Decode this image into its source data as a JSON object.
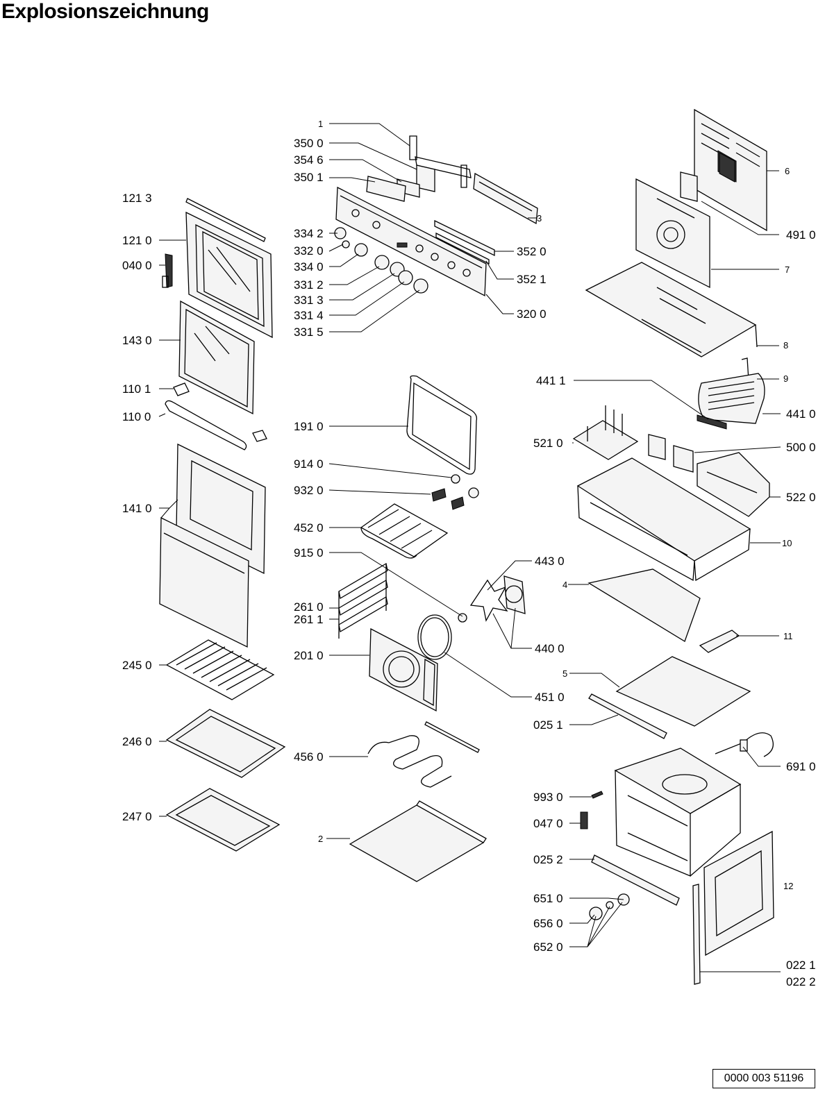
{
  "title": "Explosionszeichnung",
  "document_number": "0000 003 51196",
  "labels": {
    "l1": "1",
    "l2": "2",
    "l3": "3",
    "l4": "4",
    "l5": "5",
    "l6": "6",
    "l7": "7",
    "l8": "8",
    "l9": "9",
    "l10": "10",
    "l11": "11",
    "l12": "12",
    "l3500": "350 0",
    "l3546": "354 6",
    "l3501": "350 1",
    "l1213": "121 3",
    "l1210": "121 0",
    "l0400": "040 0",
    "l3342": "334 2",
    "l3320": "332 0",
    "l3340": "334 0",
    "l3312": "331 2",
    "l3313": "331 3",
    "l3314": "331 4",
    "l3315": "331 5",
    "l3520": "352 0",
    "l3521": "352 1",
    "l3200": "320 0",
    "l4910": "491 0",
    "l1430": "143 0",
    "l1101": "110 1",
    "l1100": "110 0",
    "l4411": "441 1",
    "l4410": "441 0",
    "l1910": "191 0",
    "l5210": "521 0",
    "l5000": "500 0",
    "l9140": "914 0",
    "l9320": "932 0",
    "l5220": "522 0",
    "l1410": "141 0",
    "l4520": "452 0",
    "l9150": "915 0",
    "l4430": "443 0",
    "l2610": "261 0",
    "l2611": "261 1",
    "l2010": "201 0",
    "l4400": "440 0",
    "l2450": "245 0",
    "l4510": "451 0",
    "l0251": "025 1",
    "l2460": "246 0",
    "l4560": "456 0",
    "l6910": "691 0",
    "l9930": "993 0",
    "l2470": "247 0",
    "l0470": "047 0",
    "l0252": "025 2",
    "l6510": "651 0",
    "l6560": "656 0",
    "l6520": "652 0",
    "l0221": "022 1",
    "l0222": "022 2"
  }
}
